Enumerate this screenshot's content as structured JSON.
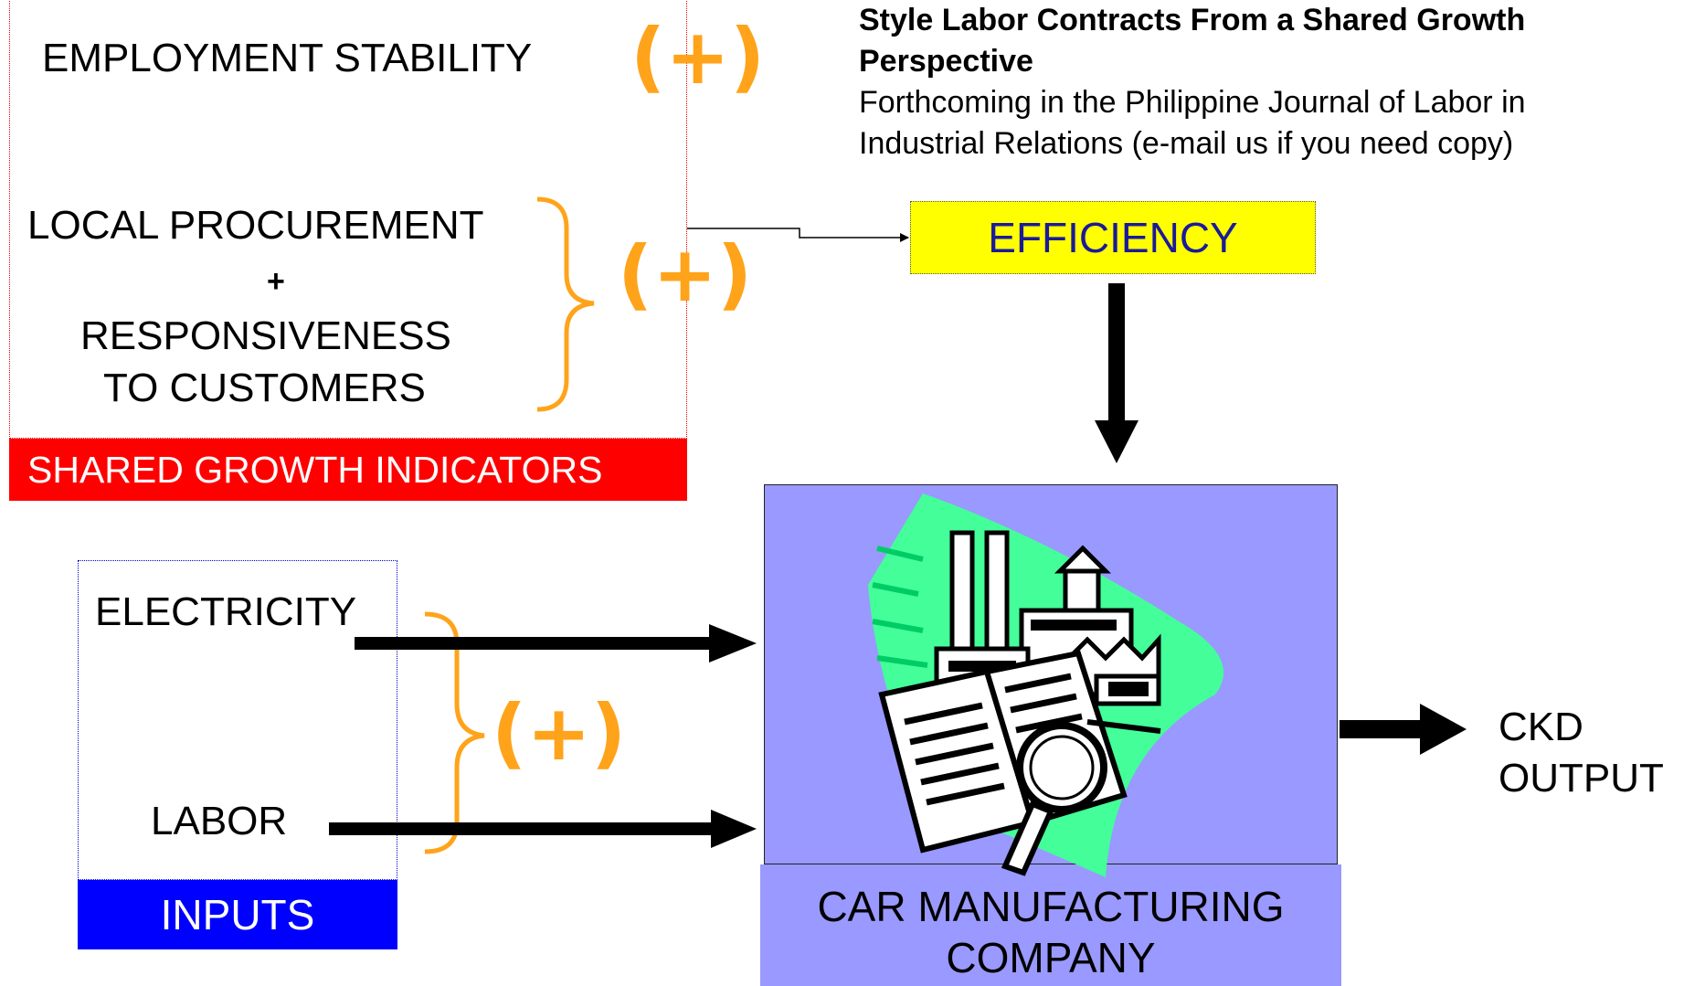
{
  "paper": {
    "title_lines": [
      "Style Labor Contracts From a Shared Growth",
      "Perspective"
    ],
    "note_lines": [
      "Forthcoming in the Philippine Journal of Labor in",
      "Industrial Relations (e-mail us if you need copy)"
    ]
  },
  "shared_growth": {
    "banner": "SHARED GROWTH INDICATORS",
    "employment": "EMPLOYMENT STABILITY",
    "employment_sign": "(+)",
    "local_procurement": "LOCAL PROCUREMENT",
    "plus": "+",
    "responsiveness": "RESPONSIVENESS",
    "to_customers": "TO CUSTOMERS",
    "group_sign": "(+)"
  },
  "efficiency": {
    "label": "EFFICIENCY"
  },
  "inputs": {
    "banner": "INPUTS",
    "electricity": "ELECTRICITY",
    "labor": "LABOR",
    "sign": "(+)"
  },
  "company": {
    "line1": "CAR MANUFACTURING",
    "line2": "COMPANY",
    "icon": "factory-with-book-and-magnifier-icon"
  },
  "output": {
    "line1": "CKD",
    "line2": "OUTPUT"
  },
  "colors": {
    "shared_banner": "#ff0000",
    "inputs_banner": "#0000ff",
    "efficiency_box": "#ffff00",
    "company_box": "#9999ff",
    "sign": "#ffa31a"
  }
}
